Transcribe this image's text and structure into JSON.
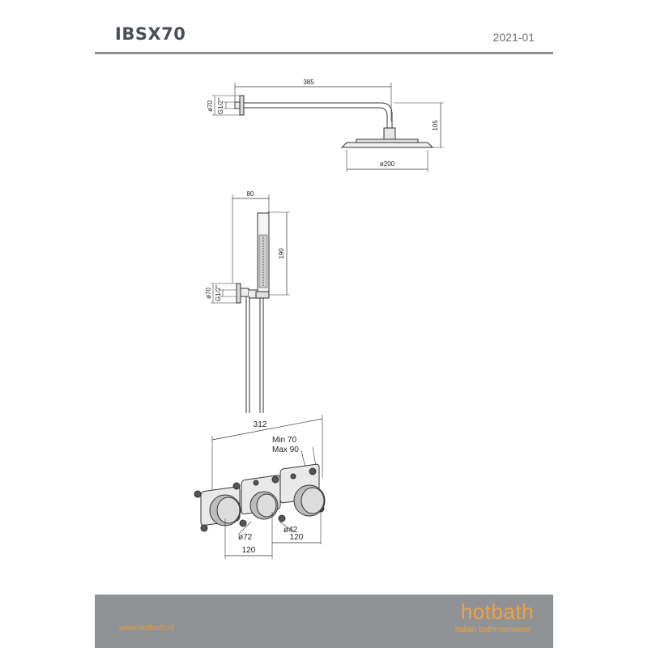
{
  "header": {
    "title": "IBSX70",
    "date": "2021-01"
  },
  "shower_head": {
    "arm_length": "385",
    "flange_dia": "ø70",
    "thread": "G1/2\"",
    "drop_height": "105",
    "head_dia": "ø200"
  },
  "hand_shower": {
    "width": "80",
    "height": "190",
    "flange_dia": "ø70",
    "thread": "G1/2\""
  },
  "valve": {
    "total_width": "312",
    "depth_min": "Min 70",
    "depth_max": "Max 90",
    "knob_large": "ø72",
    "knob_small": "ø42",
    "spacing_1": "120",
    "spacing_2": "120"
  },
  "footer": {
    "url": "www.hotbath.nl",
    "brand": "hotbath",
    "tagline": "Italian bathroomware"
  },
  "colors": {
    "accent": "#f0a040",
    "footer_bg": "#8f9396",
    "line": "#333333"
  }
}
